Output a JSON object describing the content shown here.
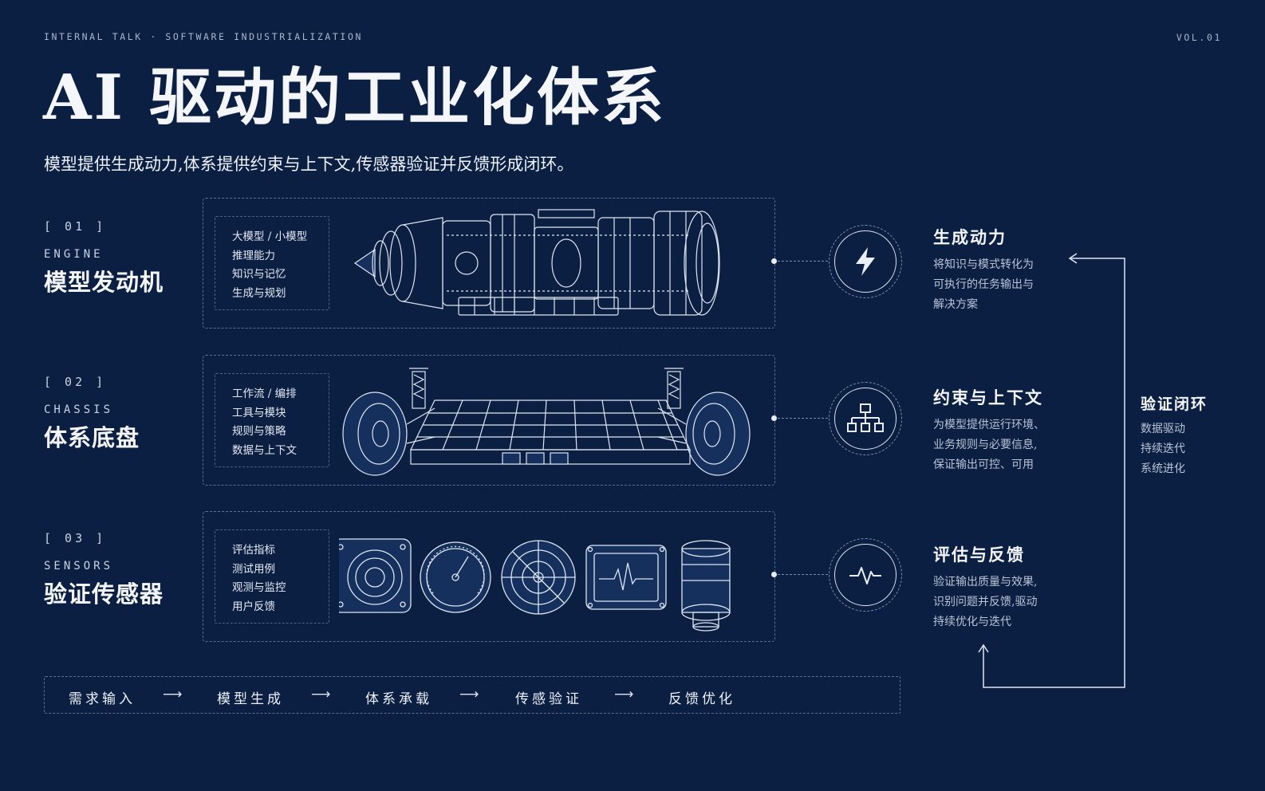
{
  "header": {
    "left": "INTERNAL TALK · SOFTWARE INDUSTRIALIZATION",
    "right": "VOL.01"
  },
  "title": "AI 驱动的工业化体系",
  "subtitle": "模型提供生成动力,体系提供约束与上下文,传感器验证并反馈形成闭环。",
  "rows": [
    {
      "index": "[ 01 ]",
      "en": "ENGINE",
      "zh": "模型发动机",
      "features": [
        "大模型 / 小模型",
        "推理能力",
        "知识与记忆",
        "生成与规划"
      ],
      "icon": "lightning-icon",
      "heading": "生成动力",
      "desc": [
        "将知识与模式转化为",
        "可执行的任务输出与",
        "解决方案"
      ]
    },
    {
      "index": "[ 02 ]",
      "en": "CHASSIS",
      "zh": "体系底盘",
      "features": [
        "工作流 / 编排",
        "工具与模块",
        "规则与策略",
        "数据与上下文"
      ],
      "icon": "hierarchy-icon",
      "heading": "约束与上下文",
      "desc": [
        "为模型提供运行环境、",
        "业务规则与必要信息,",
        "保证输出可控、可用"
      ]
    },
    {
      "index": "[ 03 ]",
      "en": "SENSORS",
      "zh": "验证传感器",
      "features": [
        "评估指标",
        "测试用例",
        "观测与监控",
        "用户反馈"
      ],
      "icon": "pulse-icon",
      "heading": "评估与反馈",
      "desc": [
        "验证输出质量与效果,",
        "识别问题并反馈,驱动",
        "持续优化与迭代"
      ]
    }
  ],
  "loop": {
    "heading": "验证闭环",
    "lines": [
      "数据驱动",
      "持续迭代",
      "系统进化"
    ]
  },
  "flow": {
    "steps": [
      "需求输入",
      "模型生成",
      "体系承载",
      "传感验证",
      "反馈优化"
    ],
    "arrow": "⟶"
  },
  "colors": {
    "background": "#0b1f42",
    "line": "#dfe6f1",
    "muted": "#b9c4d6"
  }
}
